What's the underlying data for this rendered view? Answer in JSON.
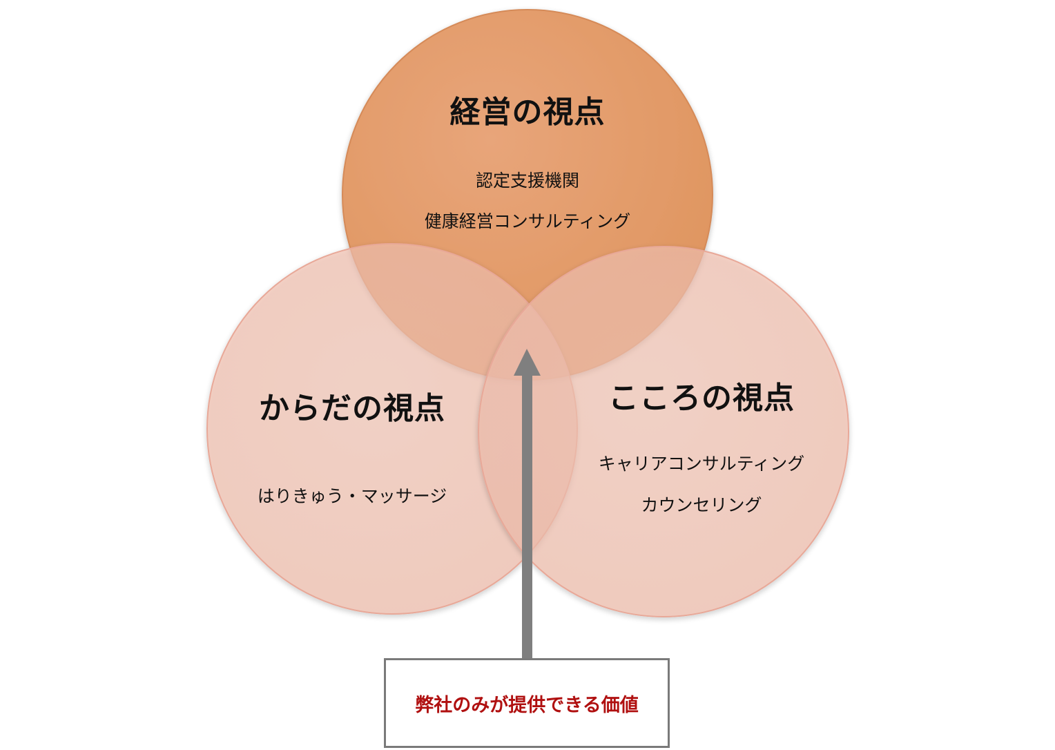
{
  "circles": {
    "top": {
      "title": "経営の視点",
      "items": [
        "認定支援機関",
        "健康経営コンサルティング"
      ],
      "color": "#e49a68"
    },
    "left": {
      "title": "からだの視点",
      "items": [
        "はりきゅう・マッサージ"
      ],
      "color": "#f2b2a0"
    },
    "right": {
      "title": "こころの視点",
      "items": [
        "キャリアコンサルティング",
        "カウンセリング"
      ],
      "color": "#f2b2a0"
    }
  },
  "callout": {
    "text": "弊社のみが提供できる価値",
    "text_color": "#b01010"
  },
  "arrow": {
    "color": "#7f7f7f"
  }
}
